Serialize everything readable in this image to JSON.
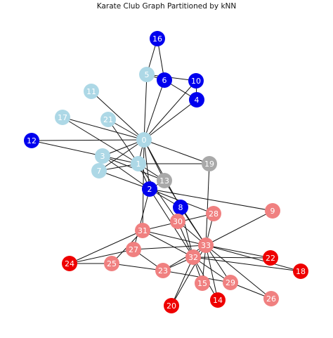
{
  "title": "Karate Club Graph Partitioned by kNN",
  "colors": {
    "blue": "#0000ee",
    "lightblue": "#add8e6",
    "gray": "#a9a9a9",
    "red": "#ee0000",
    "salmon": "#f08080"
  },
  "nodes": [
    {
      "id": "0",
      "color": "lightblue"
    },
    {
      "id": "1",
      "color": "lightblue"
    },
    {
      "id": "2",
      "color": "blue"
    },
    {
      "id": "3",
      "color": "lightblue"
    },
    {
      "id": "4",
      "color": "blue"
    },
    {
      "id": "5",
      "color": "lightblue"
    },
    {
      "id": "6",
      "color": "blue"
    },
    {
      "id": "7",
      "color": "lightblue"
    },
    {
      "id": "8",
      "color": "blue"
    },
    {
      "id": "9",
      "color": "salmon"
    },
    {
      "id": "10",
      "color": "blue"
    },
    {
      "id": "11",
      "color": "lightblue"
    },
    {
      "id": "12",
      "color": "blue"
    },
    {
      "id": "13",
      "color": "gray"
    },
    {
      "id": "14",
      "color": "red"
    },
    {
      "id": "15",
      "color": "salmon"
    },
    {
      "id": "16",
      "color": "blue"
    },
    {
      "id": "17",
      "color": "lightblue"
    },
    {
      "id": "18",
      "color": "red"
    },
    {
      "id": "19",
      "color": "gray"
    },
    {
      "id": "20",
      "color": "red"
    },
    {
      "id": "21",
      "color": "lightblue"
    },
    {
      "id": "22",
      "color": "red"
    },
    {
      "id": "23",
      "color": "salmon"
    },
    {
      "id": "24",
      "color": "red"
    },
    {
      "id": "25",
      "color": "salmon"
    },
    {
      "id": "26",
      "color": "salmon"
    },
    {
      "id": "27",
      "color": "salmon"
    },
    {
      "id": "28",
      "color": "salmon"
    },
    {
      "id": "29",
      "color": "salmon"
    },
    {
      "id": "30",
      "color": "salmon"
    },
    {
      "id": "31",
      "color": "salmon"
    },
    {
      "id": "32",
      "color": "salmon"
    },
    {
      "id": "33",
      "color": "salmon"
    }
  ],
  "edges": [
    [
      "0",
      "1"
    ],
    [
      "0",
      "2"
    ],
    [
      "0",
      "3"
    ],
    [
      "0",
      "4"
    ],
    [
      "0",
      "5"
    ],
    [
      "0",
      "6"
    ],
    [
      "0",
      "7"
    ],
    [
      "0",
      "8"
    ],
    [
      "0",
      "10"
    ],
    [
      "0",
      "11"
    ],
    [
      "0",
      "12"
    ],
    [
      "0",
      "13"
    ],
    [
      "0",
      "17"
    ],
    [
      "0",
      "19"
    ],
    [
      "0",
      "21"
    ],
    [
      "0",
      "31"
    ],
    [
      "1",
      "2"
    ],
    [
      "1",
      "3"
    ],
    [
      "1",
      "7"
    ],
    [
      "1",
      "13"
    ],
    [
      "1",
      "17"
    ],
    [
      "1",
      "19"
    ],
    [
      "1",
      "21"
    ],
    [
      "1",
      "30"
    ],
    [
      "2",
      "3"
    ],
    [
      "2",
      "7"
    ],
    [
      "2",
      "8"
    ],
    [
      "2",
      "9"
    ],
    [
      "2",
      "13"
    ],
    [
      "2",
      "27"
    ],
    [
      "2",
      "28"
    ],
    [
      "2",
      "32"
    ],
    [
      "3",
      "7"
    ],
    [
      "3",
      "12"
    ],
    [
      "3",
      "13"
    ],
    [
      "4",
      "6"
    ],
    [
      "4",
      "10"
    ],
    [
      "5",
      "6"
    ],
    [
      "5",
      "10"
    ],
    [
      "5",
      "16"
    ],
    [
      "6",
      "16"
    ],
    [
      "8",
      "30"
    ],
    [
      "8",
      "32"
    ],
    [
      "8",
      "33"
    ],
    [
      "9",
      "33"
    ],
    [
      "13",
      "33"
    ],
    [
      "14",
      "32"
    ],
    [
      "14",
      "33"
    ],
    [
      "15",
      "32"
    ],
    [
      "15",
      "33"
    ],
    [
      "18",
      "32"
    ],
    [
      "18",
      "33"
    ],
    [
      "19",
      "33"
    ],
    [
      "20",
      "32"
    ],
    [
      "20",
      "33"
    ],
    [
      "22",
      "32"
    ],
    [
      "22",
      "33"
    ],
    [
      "23",
      "25"
    ],
    [
      "23",
      "27"
    ],
    [
      "23",
      "29"
    ],
    [
      "23",
      "32"
    ],
    [
      "23",
      "33"
    ],
    [
      "24",
      "25"
    ],
    [
      "24",
      "27"
    ],
    [
      "24",
      "31"
    ],
    [
      "25",
      "31"
    ],
    [
      "26",
      "29"
    ],
    [
      "26",
      "33"
    ],
    [
      "27",
      "33"
    ],
    [
      "28",
      "31"
    ],
    [
      "28",
      "33"
    ],
    [
      "29",
      "32"
    ],
    [
      "29",
      "33"
    ],
    [
      "30",
      "32"
    ],
    [
      "30",
      "33"
    ],
    [
      "31",
      "32"
    ],
    [
      "31",
      "33"
    ],
    [
      "32",
      "33"
    ]
  ]
}
